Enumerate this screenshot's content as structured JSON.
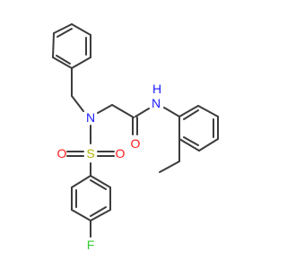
{
  "molecule": {
    "colors": {
      "bond": "#3c3c3c",
      "N": "#1a1aff",
      "O": "#ff1a1a",
      "S": "#b3b300",
      "F": "#33cc33",
      "H": "#1a1aff"
    },
    "atoms": {
      "N_sulfonamide": "N",
      "N_amide": "N",
      "H_amide": "H",
      "O_carbonyl": "O",
      "S": "S",
      "O_sulfonyl_left": "O",
      "O_sulfonyl_right": "O",
      "F": "F"
    }
  }
}
